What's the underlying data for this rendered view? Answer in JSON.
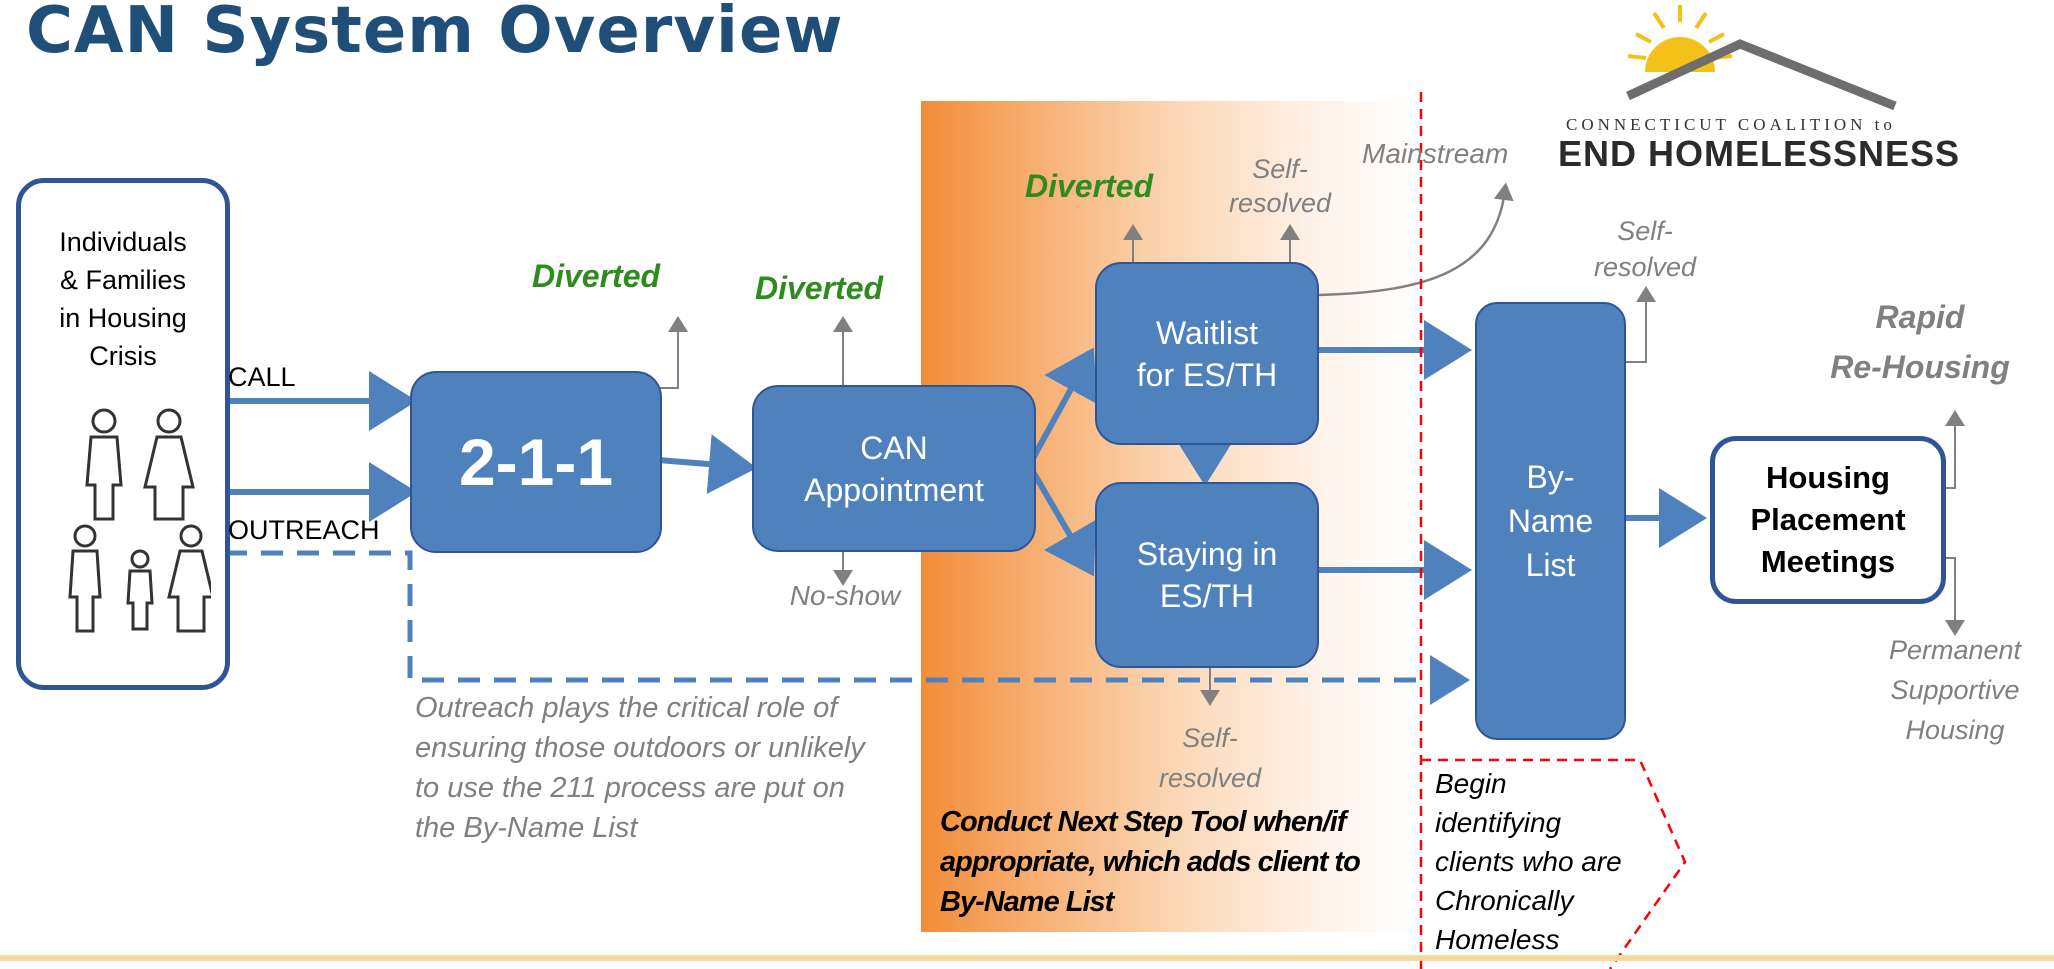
{
  "title": "CAN System Overview",
  "logo": {
    "line1": "CONNECTICUT COALITION to",
    "line2": "END HOMELESSNESS"
  },
  "source_box": {
    "line1": "Individuals",
    "line2": "& Families",
    "line3": "in Housing",
    "line4": "Crisis"
  },
  "edge_labels": {
    "call": "CALL",
    "outreach": "OUTREACH"
  },
  "nodes": {
    "two_one_one": "2-1-1",
    "can_line1": "CAN",
    "can_line2": "Appointment",
    "waitlist_line1": "Waitlist",
    "waitlist_line2": "for ES/TH",
    "staying_line1": "Staying in",
    "staying_line2": "ES/TH",
    "byname_line1": "By-",
    "byname_line2": "Name",
    "byname_line3": "List",
    "housing_line1": "Housing",
    "housing_line2": "Placement",
    "housing_line3": "Meetings"
  },
  "outcomes": {
    "diverted_211": "Diverted",
    "diverted_can": "Diverted",
    "diverted_waitlist": "Diverted",
    "self_resolved_waitlist_1": "Self-",
    "self_resolved_waitlist_2": "resolved",
    "mainstream": "Mainstream",
    "self_resolved_byname_1": "Self-",
    "self_resolved_byname_2": "resolved",
    "no_show": "No-show",
    "self_resolved_staying_1": "Self-",
    "self_resolved_staying_2": "resolved",
    "rrh_1": "Rapid",
    "rrh_2": "Re-Housing",
    "psh_1": "Permanent",
    "psh_2": "Supportive",
    "psh_3": "Housing"
  },
  "notes": {
    "outreach_1": "Outreach plays the critical role of",
    "outreach_2": "ensuring those outdoors or unlikely",
    "outreach_3": "to use the 211 process are put on",
    "outreach_4": "the By-Name List",
    "nextstep_1": "Conduct Next Step Tool when/if",
    "nextstep_2": "appropriate, which adds client to",
    "nextstep_3": "By-Name List",
    "chronic_1": "Begin",
    "chronic_2": "identifying",
    "chronic_3": "clients who are",
    "chronic_4": "Chronically",
    "chronic_5": "Homeless"
  },
  "colors": {
    "node_fill": "#4f81bd",
    "node_stroke": "#2f5597",
    "title": "#1f4e79",
    "diverted": "#2e8b1e",
    "divider": "#ff0000",
    "accent": "#f28c38"
  }
}
